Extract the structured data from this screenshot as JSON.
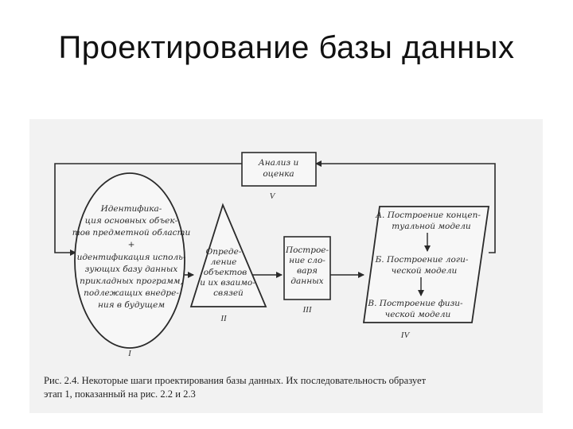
{
  "slide": {
    "title": "Проектирование базы данных"
  },
  "figure": {
    "analysis_box": {
      "lines": [
        "Анализ и",
        "оценка"
      ],
      "numeral": "V"
    },
    "ellipse": {
      "lines": [
        "Идентифика-",
        "ция основных объек-",
        "тов предметной области",
        "+",
        "идентификация исполь-",
        "зующих базу данных",
        "прикладных программ,",
        "подлежащих внедре-",
        "ния в будущем"
      ],
      "numeral": "I"
    },
    "triangle": {
      "lines": [
        "Опреде-",
        "ление",
        "объектов",
        "и их взаимо-",
        "связей"
      ],
      "numeral": "II"
    },
    "dictionary_box": {
      "lines": [
        "Построе-",
        "ние сло-",
        "варя",
        "данных"
      ],
      "numeral": "III"
    },
    "models": {
      "step_a": [
        "А. Построение концеп-",
        "туальной модели"
      ],
      "step_b": [
        "Б. Построение логи-",
        "ческой модели"
      ],
      "step_c": [
        "В. Построение физи-",
        "ческой модели"
      ],
      "numeral": "IV"
    },
    "caption": {
      "line1": "Рис. 2.4. Некоторые шаги проектирования базы данных. Их последовательность образует",
      "line2": "этап 1, показанный на рис. 2.2 и 2.3"
    }
  }
}
